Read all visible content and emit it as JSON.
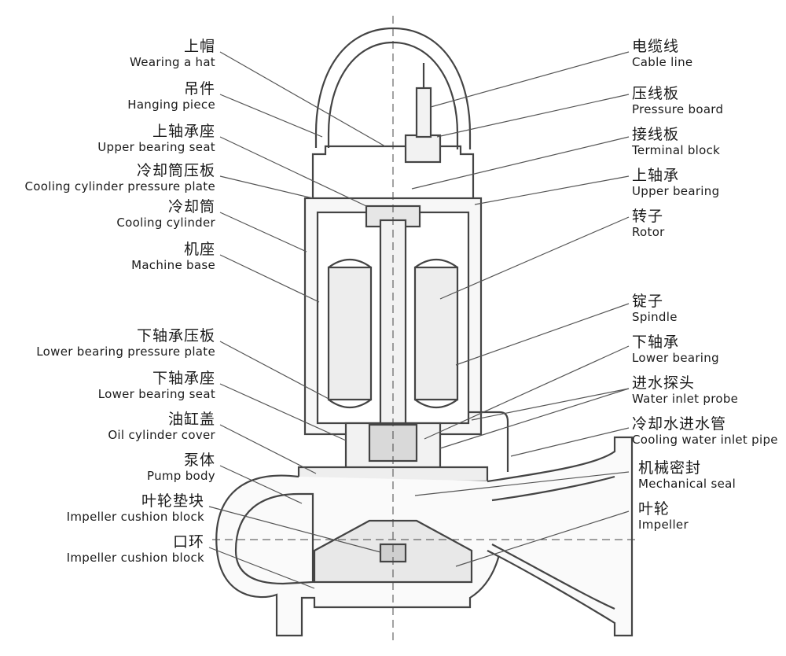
{
  "colors": {
    "line": "#444444",
    "leader": "#555555",
    "fill": "#f2f2f2",
    "text": "#1a1a1a"
  },
  "left_labels": [
    {
      "zh": "上帽",
      "en": "Wearing a hat"
    },
    {
      "zh": "吊件",
      "en": "Hanging piece"
    },
    {
      "zh": "上轴承座",
      "en": "Upper bearing seat"
    },
    {
      "zh": "冷却筒压板",
      "en": "Cooling cylinder pressure plate"
    },
    {
      "zh": "冷却筒",
      "en": "Cooling cylinder"
    },
    {
      "zh": "机座",
      "en": "Machine base"
    },
    {
      "zh": "下轴承压板",
      "en": "Lower bearing pressure plate"
    },
    {
      "zh": "下轴承座",
      "en": "Lower bearing seat"
    },
    {
      "zh": "油缸盖",
      "en": "Oil cylinder cover"
    },
    {
      "zh": "泵体",
      "en": "Pump body"
    },
    {
      "zh": "叶轮垫块",
      "en": "Impeller cushion block"
    },
    {
      "zh": "口环",
      "en": "Impeller cushion block"
    }
  ],
  "right_labels": [
    {
      "zh": "电缆线",
      "en": "Cable line"
    },
    {
      "zh": "压线板",
      "en": "Pressure board"
    },
    {
      "zh": "接线板",
      "en": "Terminal block"
    },
    {
      "zh": "上轴承",
      "en": "Upper bearing"
    },
    {
      "zh": "转子",
      "en": "Rotor"
    },
    {
      "zh": "锭子",
      "en": "Spindle"
    },
    {
      "zh": "下轴承",
      "en": "Lower bearing"
    },
    {
      "zh": "进水探头",
      "en": "Water inlet probe"
    },
    {
      "zh": "冷却水进水管",
      "en": "Cooling water inlet pipe"
    },
    {
      "zh": "机械密封",
      "en": "Mechanical seal"
    },
    {
      "zh": "叶轮",
      "en": "Impeller"
    }
  ]
}
